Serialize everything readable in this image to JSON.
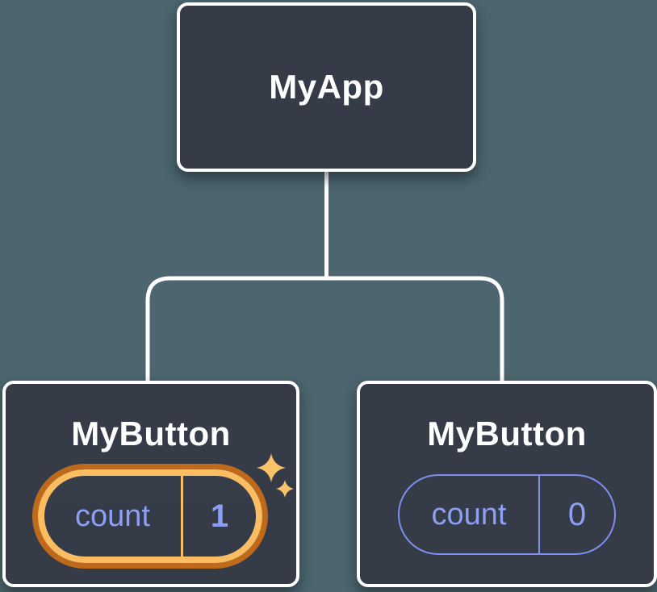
{
  "diagram": {
    "type": "component-tree",
    "root": {
      "label": "MyApp"
    },
    "children": [
      {
        "label": "MyButton",
        "state": {
          "key": "count",
          "value": "1"
        },
        "highlighted": true,
        "icon": "sparkle"
      },
      {
        "label": "MyButton",
        "state": {
          "key": "count",
          "value": "0"
        },
        "highlighted": false
      }
    ]
  },
  "colors": {
    "background": "#4C656E",
    "node_fill": "#353B47",
    "node_border": "#FFFFFF",
    "connector": "#FFFFFF",
    "state_text_purple": "#8C9FF4",
    "pill_border_purple": "#7D90F0",
    "highlight_outer_orange": "#BF6A1A",
    "highlight_inner_orange": "#FABD62",
    "sparkle": "#FAC36B"
  }
}
